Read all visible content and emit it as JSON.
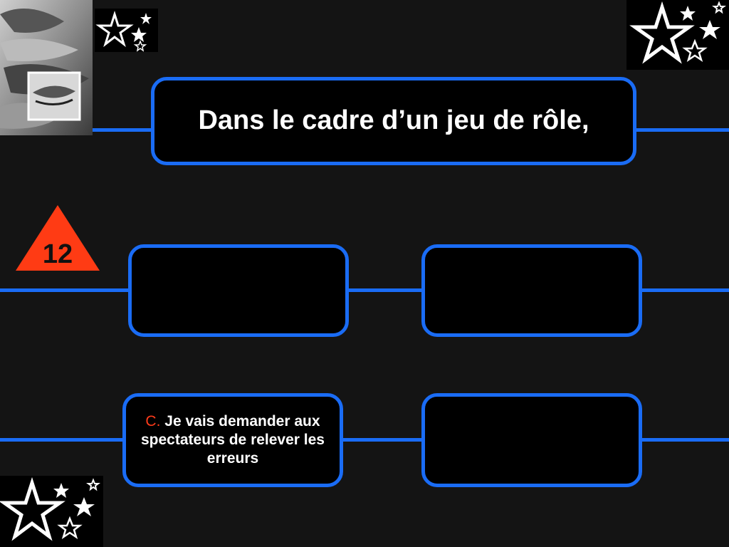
{
  "question": {
    "text": "Dans le cadre d’un jeu de rôle,"
  },
  "level": {
    "number": "12",
    "color": "#ff3b14"
  },
  "answers": [
    {
      "slot": "A",
      "letter": "",
      "text": ""
    },
    {
      "slot": "B",
      "letter": "",
      "text": ""
    },
    {
      "slot": "C",
      "letter": "C.",
      "text": "Je vais demander aux spectateurs de relever les erreurs"
    },
    {
      "slot": "D",
      "letter": "",
      "text": ""
    }
  ],
  "colors": {
    "background": "#141414",
    "frame": "#1a6cf5",
    "box_fill": "#000000",
    "answer_letter": "#ff3b1a"
  },
  "decorations": [
    "stars-icon",
    "stars-icon",
    "stars-icon",
    "face-collage-image"
  ]
}
